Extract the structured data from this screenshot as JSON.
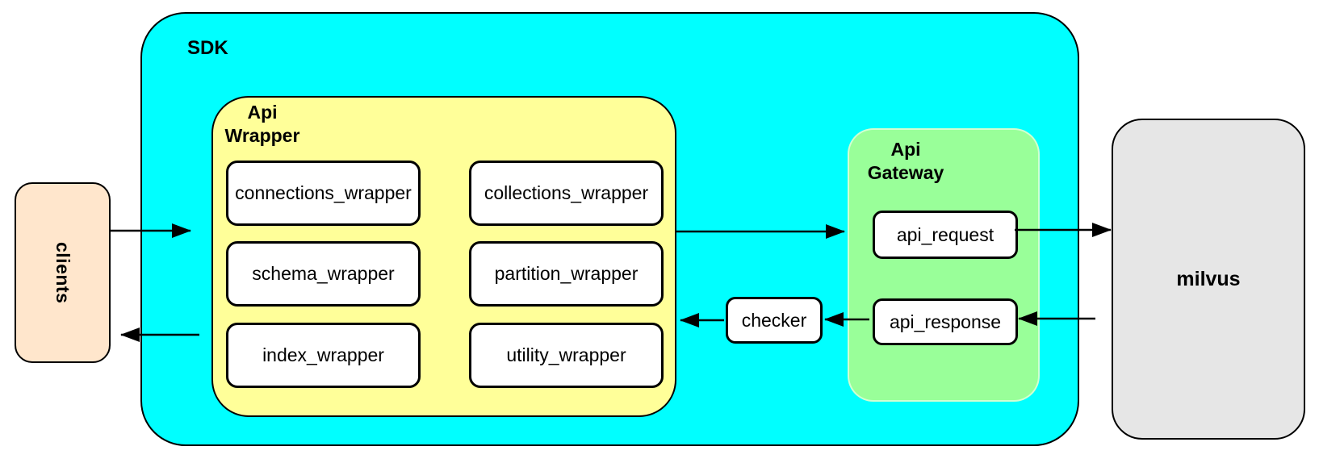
{
  "clients": {
    "label": "clients"
  },
  "sdk": {
    "label": "SDK",
    "api_wrapper": {
      "label": "Api\nWrapper",
      "boxes": [
        "connections_wrapper",
        "collections_wrapper",
        "schema_wrapper",
        "partition_wrapper",
        "index_wrapper",
        "utility_wrapper"
      ]
    },
    "checker": {
      "label": "checker"
    },
    "api_gateway": {
      "label": "Api\nGateway",
      "boxes": [
        "api_request",
        "api_response"
      ]
    }
  },
  "milvus": {
    "label": "milvus"
  },
  "colors": {
    "clients_fill": "#FFE6CC",
    "sdk_fill": "#00FFFF",
    "api_wrapper_fill": "#FFFF99",
    "api_gateway_fill": "#99FF99",
    "milvus_fill": "#E6E6E6",
    "node_fill": "#FFFFFF",
    "stroke": "#000000"
  },
  "connections": [
    {
      "from": "clients",
      "to": "api_wrapper"
    },
    {
      "from": "api_wrapper",
      "to": "clients"
    },
    {
      "from": "api_wrapper",
      "to": "api_request"
    },
    {
      "from": "api_request",
      "to": "milvus"
    },
    {
      "from": "milvus",
      "to": "api_response"
    },
    {
      "from": "api_response",
      "to": "checker"
    },
    {
      "from": "checker",
      "to": "api_wrapper"
    }
  ]
}
